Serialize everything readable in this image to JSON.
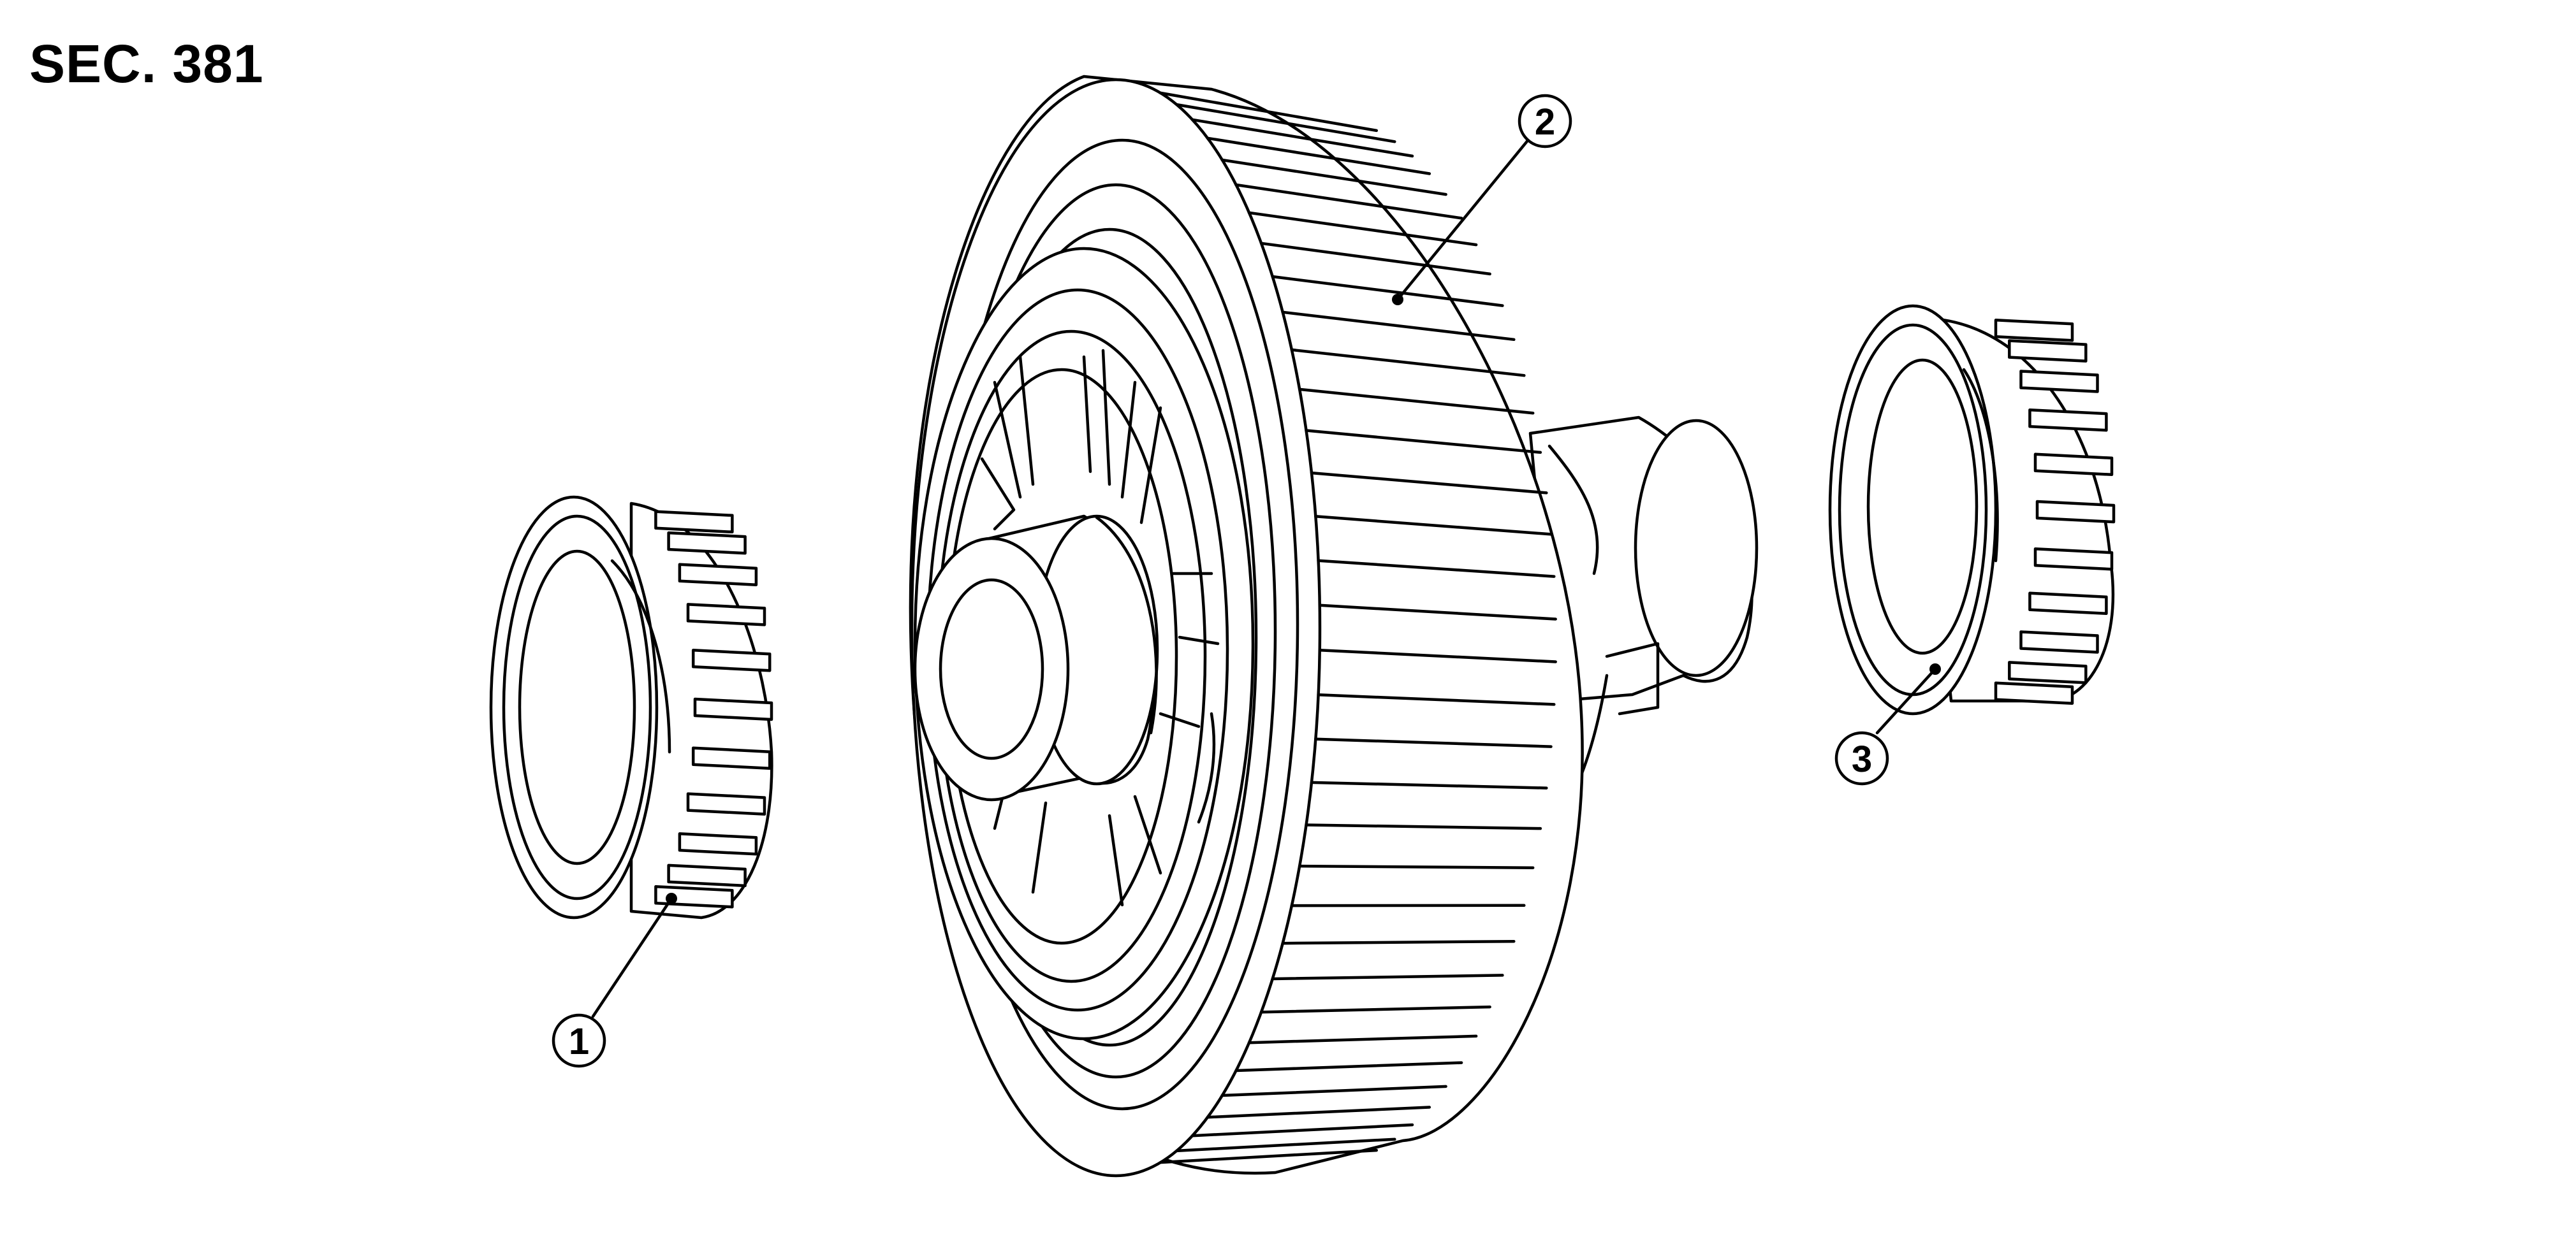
{
  "section": {
    "label": "SEC. 381"
  },
  "callouts": [
    {
      "id": "1",
      "label": "1"
    },
    {
      "id": "2",
      "label": "2"
    },
    {
      "id": "3",
      "label": "3"
    }
  ],
  "colors": {
    "line": "#000000",
    "background": "#ffffff"
  }
}
